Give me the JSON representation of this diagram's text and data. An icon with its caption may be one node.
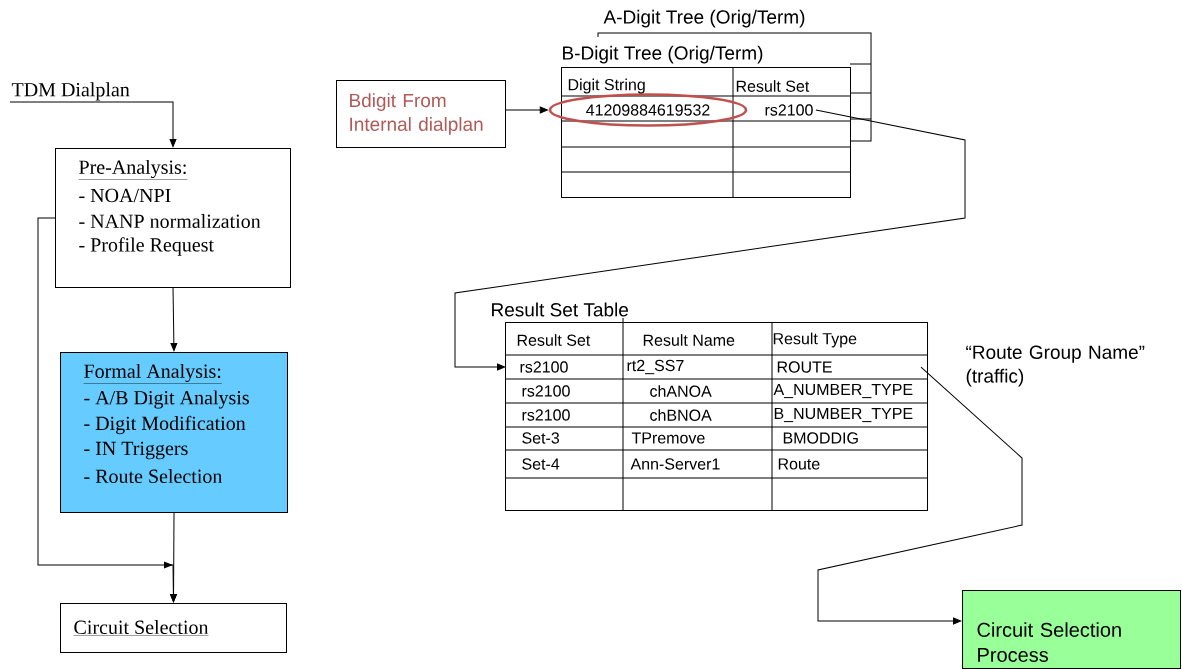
{
  "diagram": {
    "nodes": [
      {
        "text": [
          "TDM Dialplan"
        ]
      },
      {
        "text": [
          "Pre-Analysis:",
          "- NOA/NPI",
          "- NANP normalization",
          "- Profile Request"
        ]
      },
      {
        "text": [
          "Formal Analysis:",
          "- A/B Digit Analysis",
          "- Digit Modification",
          "- IN Triggers",
          "- Route Selection"
        ]
      },
      {
        "text": [
          "Circuit Selection"
        ]
      },
      {
        "text": [
          "Bdigit From Internal dialplan"
        ]
      },
      {
        "text": [
          "A-Digit Tree (Orig/Term)"
        ]
      },
      {
        "text": [
          "B-Digit Tree (Orig/Term)"
        ]
      },
      {
        "text": [
          "41209884619532"
        ],
        "in": 6
      },
      {
        "text": [
          "rs2100"
        ],
        "in": 6
      },
      {
        "text": [
          "Result Set Table"
        ]
      },
      {
        "text": [
          "rs2100"
        ],
        "in": 9
      },
      {
        "text": [
          "ROUTE"
        ],
        "in": 9
      },
      {
        "text": [
          "Circuit Selection Process"
        ]
      }
    ],
    "edges": [
      {
        "from": 0,
        "to": 1,
        "arrow": "to"
      },
      {
        "from": 1,
        "to": 2,
        "arrow": "to"
      },
      {
        "from": 2,
        "to": 3,
        "arrow": "to"
      },
      {
        "from": 1,
        "to": 3,
        "arrow": "to"
      },
      {
        "from": 4,
        "to": 7,
        "arrow": "to"
      },
      {
        "from": 8,
        "to": 10,
        "arrow": "to"
      },
      {
        "from": 11,
        "to": 12,
        "arrow": "to"
      }
    ],
    "labels": [
      "Digit String",
      "Result Set",
      "Result Set",
      "Result Name",
      "Result Type",
      "rt2_SS7",
      "rs2100",
      "chANOA",
      "A_NUMBER_TYPE",
      "rs2100",
      "chBNOA",
      "B_NUMBER_TYPE",
      "Set-3",
      "TPremove",
      "BMODDIG",
      "Set-4",
      "Ann-Server1",
      "Route",
      "“Route Group Name” (traffic)"
    ]
  }
}
